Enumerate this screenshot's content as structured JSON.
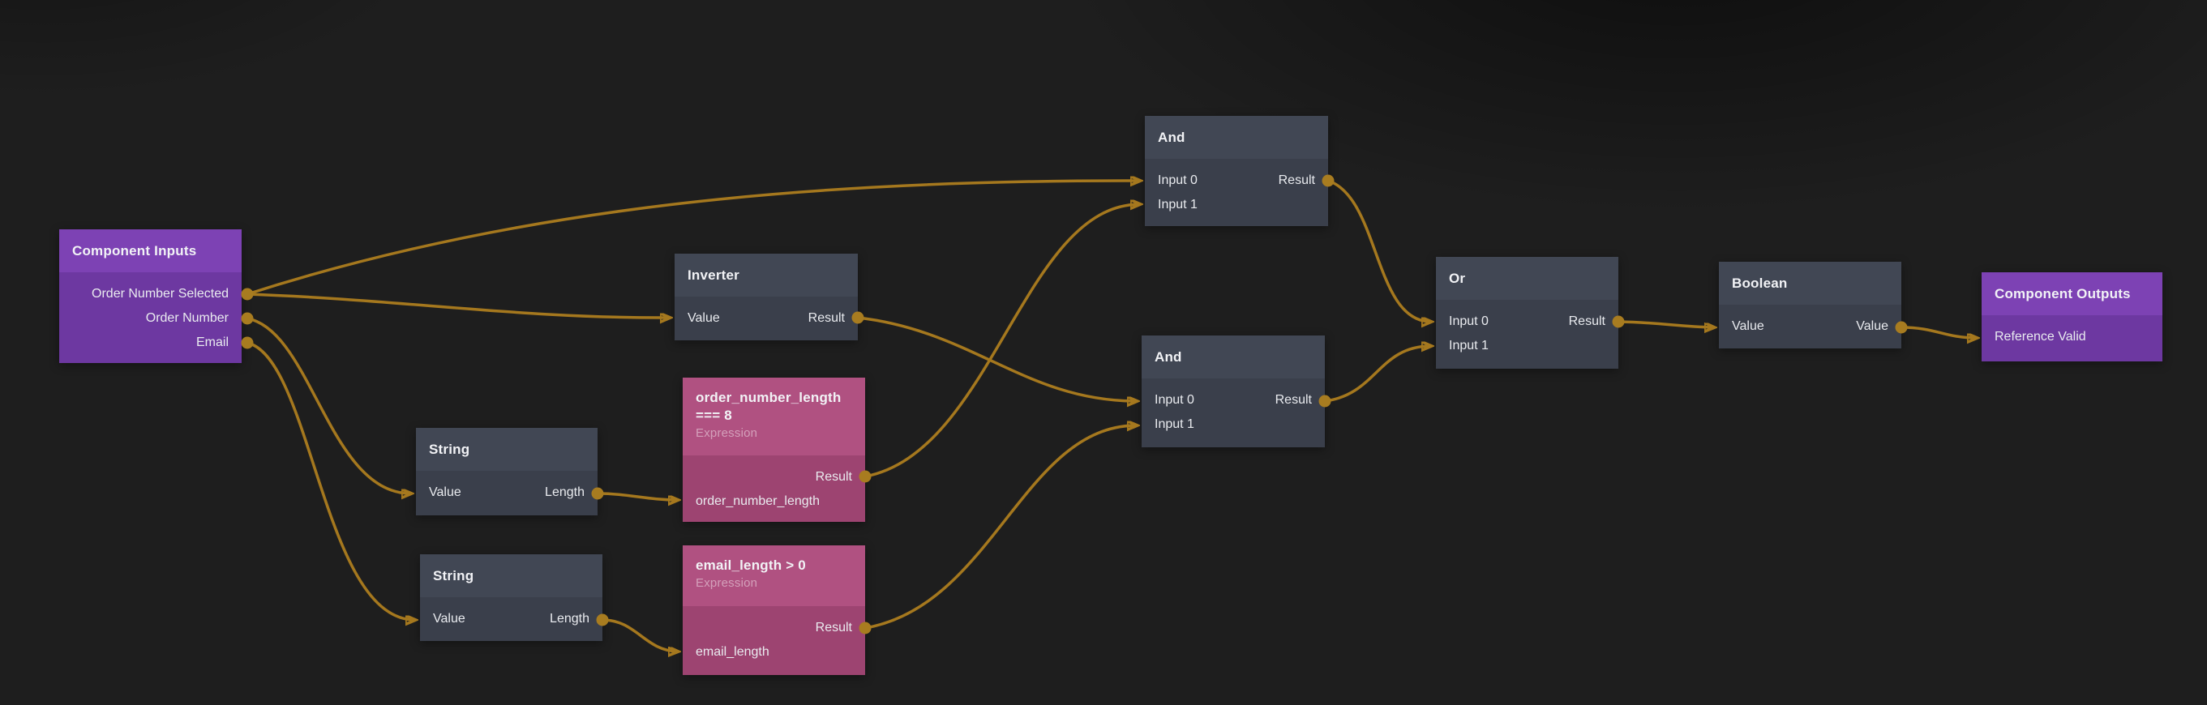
{
  "editor": {
    "background_color": "#1e1e1e",
    "wire_color": "#a5781e",
    "port_color": "#a87c20",
    "node_colors": {
      "io_header": "#7d42b4",
      "io_body": "#6d38a1",
      "logic_header": "#414754",
      "logic_body": "#3a3f4b",
      "expression_header": "#b05181",
      "expression_body": "#9d4471"
    }
  },
  "nodes": [
    {
      "id": "component-inputs",
      "title": "Component Inputs",
      "outputs": [
        "Order Number Selected",
        "Order Number",
        "Email"
      ]
    },
    {
      "id": "inverter",
      "title": "Inverter",
      "input": "Value",
      "output": "Result"
    },
    {
      "id": "string-1",
      "title": "String",
      "input": "Value",
      "output": "Length"
    },
    {
      "id": "string-2",
      "title": "String",
      "input": "Value",
      "output": "Length"
    },
    {
      "id": "expression-order-number-length",
      "title": "order_number_length === 8",
      "subtitle": "Expression",
      "output": "Result",
      "input": "order_number_length"
    },
    {
      "id": "expression-email-length",
      "title": "email_length > 0",
      "subtitle": "Expression",
      "output": "Result",
      "input": "email_length"
    },
    {
      "id": "and-1",
      "title": "And",
      "inputs": [
        "Input 0",
        "Input 1"
      ],
      "output": "Result"
    },
    {
      "id": "and-2",
      "title": "And",
      "inputs": [
        "Input 0",
        "Input 1"
      ],
      "output": "Result"
    },
    {
      "id": "or",
      "title": "Or",
      "inputs": [
        "Input 0",
        "Input 1"
      ],
      "output": "Result"
    },
    {
      "id": "boolean",
      "title": "Boolean",
      "input": "Value",
      "output": "Value"
    },
    {
      "id": "component-outputs",
      "title": "Component Outputs",
      "input": "Reference Valid"
    }
  ],
  "connections": [
    {
      "from": "Component Inputs.Order Number Selected",
      "to": "And(top).Input 0"
    },
    {
      "from": "Component Inputs.Order Number Selected",
      "to": "Inverter.Value"
    },
    {
      "from": "Component Inputs.Order Number",
      "to": "String(top).Value"
    },
    {
      "from": "Component Inputs.Email",
      "to": "String(bottom).Value"
    },
    {
      "from": "String(top).Length",
      "to": "order_number_length === 8.order_number_length"
    },
    {
      "from": "String(bottom).Length",
      "to": "email_length > 0.email_length"
    },
    {
      "from": "Inverter.Result",
      "to": "And(bottom).Input 0"
    },
    {
      "from": "order_number_length === 8.Result",
      "to": "And(top).Input 1"
    },
    {
      "from": "email_length > 0.Result",
      "to": "And(bottom).Input 1"
    },
    {
      "from": "And(top).Result",
      "to": "Or.Input 0"
    },
    {
      "from": "And(bottom).Result",
      "to": "Or.Input 1"
    },
    {
      "from": "Or.Result",
      "to": "Boolean.Value"
    },
    {
      "from": "Boolean.Value",
      "to": "Component Outputs.Reference Valid"
    }
  ]
}
